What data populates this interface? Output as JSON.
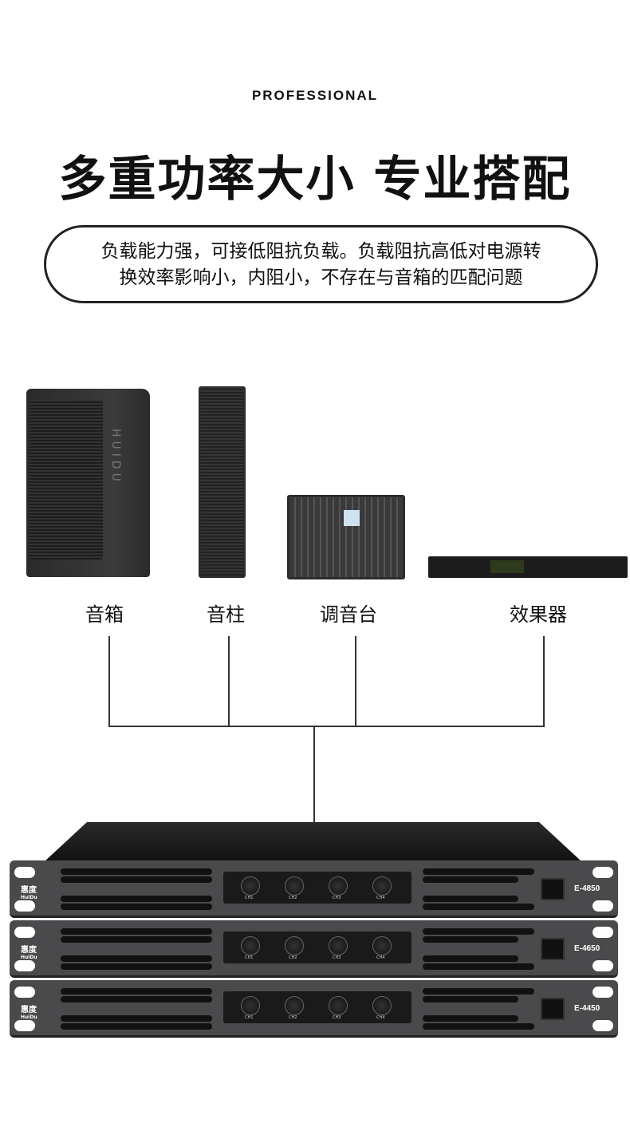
{
  "eyebrow": "PROFESSIONAL",
  "title": "多重功率大小 专业搭配",
  "description": {
    "line1": "负载能力强，可接低阻抗负载。负载阻抗高低对电源转",
    "line2": "换效率影响小，内阻小，不存在与音箱的匹配问题"
  },
  "devices": [
    {
      "label": "音箱"
    },
    {
      "label": "音柱"
    },
    {
      "label": "调音台"
    },
    {
      "label": "效果器"
    }
  ],
  "speaker_brand": "HUIDU",
  "amplifiers": [
    {
      "brand": "惠度",
      "brand_en": "HuiDu",
      "model": "E-4850"
    },
    {
      "brand": "惠度",
      "brand_en": "HuiDu",
      "model": "E-4650"
    },
    {
      "brand": "惠度",
      "brand_en": "HuiDu",
      "model": "E-4450"
    }
  ],
  "channels": [
    "CH1",
    "CH2",
    "CH3",
    "CH4"
  ]
}
